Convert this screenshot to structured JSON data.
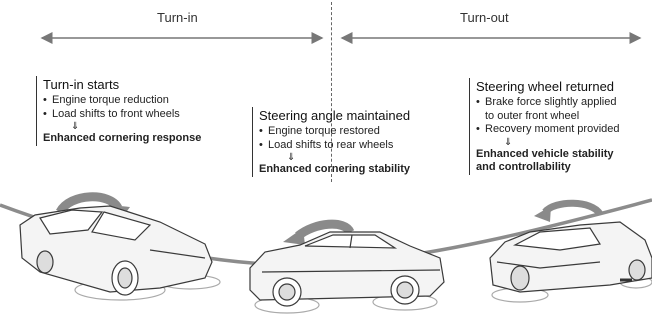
{
  "phases": {
    "turn_in": "Turn-in",
    "turn_out": "Turn-out"
  },
  "blocks": {
    "turn_in_starts": {
      "title": "Turn-in starts",
      "items": [
        "Engine torque reduction",
        "Load shifts to front wheels"
      ],
      "arrow": "⇓",
      "result": [
        "Enhanced cornering response"
      ]
    },
    "steering_maintained": {
      "title": "Steering angle maintained",
      "items": [
        "Engine torque restored",
        "Load shifts to rear wheels"
      ],
      "arrow": "⇓",
      "result": [
        "Enhanced cornering stability"
      ]
    },
    "wheel_returned": {
      "title": "Steering wheel returned",
      "items": [
        "Brake force slightly applied",
        "to outer front wheel",
        "Recovery moment provided"
      ],
      "arrow": "⇓",
      "result": [
        "Enhanced vehicle stability",
        "and controllability"
      ]
    }
  },
  "colors": {
    "road": "#8c8c8c",
    "rotation_arrow": "#8a8a8a",
    "car_outline": "#3a3a3a",
    "car_fill": "#f4f4f4"
  },
  "icons": [
    "double-headed-arrow",
    "rotation-arrow",
    "car-illustration"
  ]
}
